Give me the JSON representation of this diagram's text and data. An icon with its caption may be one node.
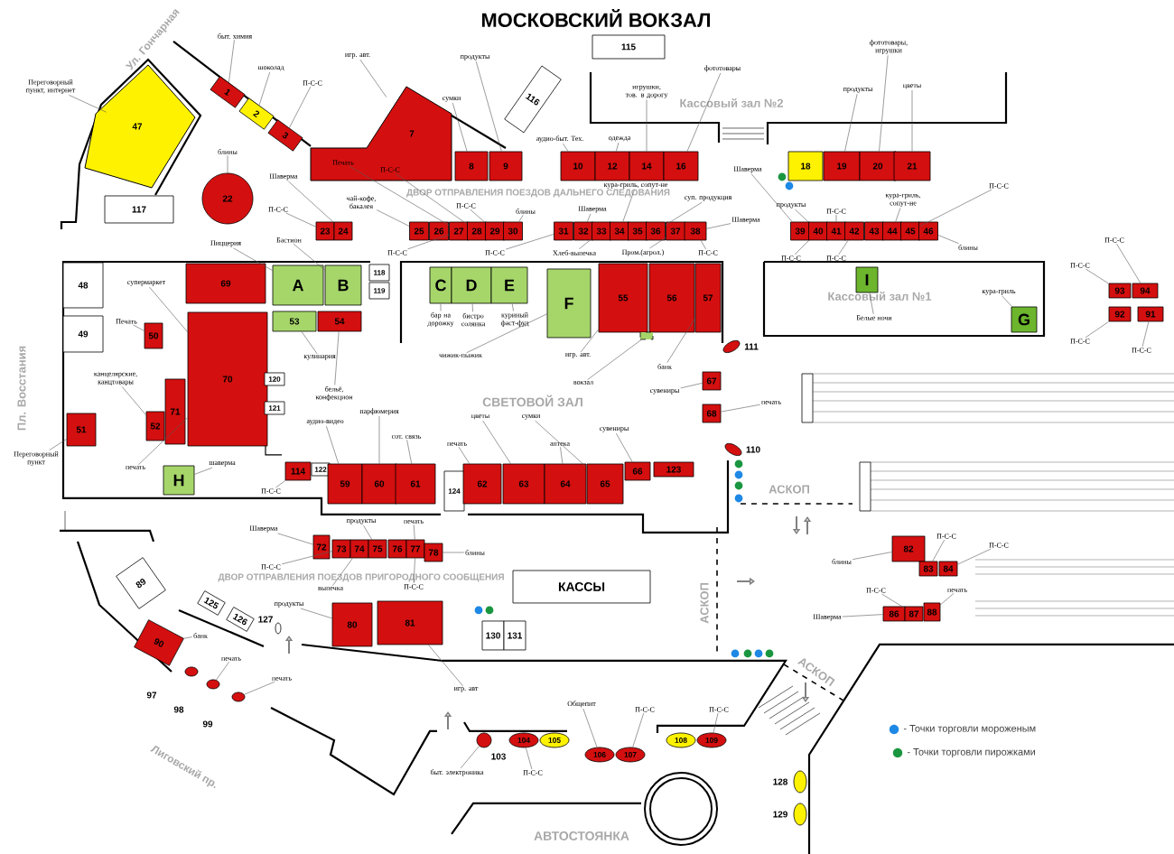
{
  "diagram": {
    "title": "МОСКОВСКИЙ ВОКЗАЛ",
    "nodes": [
      {
        "text": [
          "47"
        ]
      },
      {
        "text": [
          "117"
        ]
      },
      {
        "text": [
          "1"
        ]
      },
      {
        "text": [
          "2"
        ]
      },
      {
        "text": [
          "3"
        ]
      },
      {
        "text": [
          "7"
        ]
      },
      {
        "text": [
          "8"
        ]
      },
      {
        "text": [
          "9"
        ]
      },
      {
        "text": [
          "116"
        ]
      },
      {
        "text": [
          "115"
        ]
      },
      {
        "text": [
          "10"
        ]
      },
      {
        "text": [
          "12"
        ]
      },
      {
        "text": [
          "14"
        ]
      },
      {
        "text": [
          "16"
        ]
      },
      {
        "text": [
          "18"
        ]
      },
      {
        "text": [
          "19"
        ]
      },
      {
        "text": [
          "20"
        ]
      },
      {
        "text": [
          "21"
        ]
      },
      {
        "text": [
          "22"
        ]
      },
      {
        "text": [
          "23"
        ]
      },
      {
        "text": [
          "24"
        ]
      },
      {
        "text": [
          "25"
        ]
      },
      {
        "text": [
          "26"
        ]
      },
      {
        "text": [
          "27"
        ]
      },
      {
        "text": [
          "28"
        ]
      },
      {
        "text": [
          "29"
        ]
      },
      {
        "text": [
          "30"
        ]
      },
      {
        "text": [
          "31"
        ]
      },
      {
        "text": [
          "32"
        ]
      },
      {
        "text": [
          "33"
        ]
      },
      {
        "text": [
          "34"
        ]
      },
      {
        "text": [
          "35"
        ]
      },
      {
        "text": [
          "36"
        ]
      },
      {
        "text": [
          "37"
        ]
      },
      {
        "text": [
          "38"
        ]
      },
      {
        "text": [
          "39"
        ]
      },
      {
        "text": [
          "40"
        ]
      },
      {
        "text": [
          "41"
        ]
      },
      {
        "text": [
          "42"
        ]
      },
      {
        "text": [
          "43"
        ]
      },
      {
        "text": [
          "44"
        ]
      },
      {
        "text": [
          "45"
        ]
      },
      {
        "text": [
          "46"
        ]
      },
      {
        "text": [
          "48"
        ]
      },
      {
        "text": [
          "49"
        ]
      },
      {
        "text": [
          "69"
        ]
      },
      {
        "text": [
          "A"
        ]
      },
      {
        "text": [
          "B"
        ]
      },
      {
        "text": [
          "118"
        ]
      },
      {
        "text": [
          "119"
        ]
      },
      {
        "text": [
          "C"
        ]
      },
      {
        "text": [
          "D"
        ]
      },
      {
        "text": [
          "E"
        ]
      },
      {
        "text": [
          "F"
        ]
      },
      {
        "text": [
          "55"
        ]
      },
      {
        "text": [
          "56"
        ]
      },
      {
        "text": [
          "57"
        ]
      },
      {
        "text": [],
        "shape": "box"
      },
      {
        "text": [
          "I"
        ]
      },
      {
        "text": [
          "G"
        ]
      },
      {
        "text": [
          "93"
        ]
      },
      {
        "text": [
          "94"
        ]
      },
      {
        "text": [
          "92"
        ]
      },
      {
        "text": [
          "91"
        ]
      },
      {
        "text": [
          "53"
        ]
      },
      {
        "text": [
          "54"
        ]
      },
      {
        "text": [
          "50"
        ]
      },
      {
        "text": [
          "70"
        ]
      },
      {
        "text": [
          "71"
        ]
      },
      {
        "text": [
          "52"
        ]
      },
      {
        "text": [
          "51"
        ]
      },
      {
        "text": [
          "120"
        ]
      },
      {
        "text": [
          "121"
        ]
      },
      {
        "text": [
          "H"
        ]
      },
      {
        "text": [
          "114"
        ]
      },
      {
        "text": [
          "122"
        ]
      },
      {
        "text": [
          "59"
        ]
      },
      {
        "text": [
          "60"
        ]
      },
      {
        "text": [
          "61"
        ]
      },
      {
        "text": [
          "124"
        ]
      },
      {
        "text": [
          "62"
        ]
      },
      {
        "text": [
          "63"
        ]
      },
      {
        "text": [
          "64"
        ]
      },
      {
        "text": [
          "65"
        ]
      },
      {
        "text": [
          "66"
        ]
      },
      {
        "text": [
          "123"
        ]
      },
      {
        "text": [
          "67"
        ]
      },
      {
        "text": [
          "68"
        ]
      },
      {
        "text": [],
        "shape": "ellipse",
        "beside": [
          "111"
        ]
      },
      {
        "text": [],
        "shape": "ellipse",
        "beside": [
          "110"
        ]
      },
      {
        "text": [
          "72"
        ]
      },
      {
        "text": [
          "73"
        ]
      },
      {
        "text": [
          "74"
        ]
      },
      {
        "text": [
          "75"
        ]
      },
      {
        "text": [
          "76"
        ]
      },
      {
        "text": [
          "77"
        ]
      },
      {
        "text": [
          "78"
        ]
      },
      {
        "text": [
          "82"
        ]
      },
      {
        "text": [
          "83"
        ]
      },
      {
        "text": [
          "84"
        ]
      },
      {
        "text": [
          "86"
        ]
      },
      {
        "text": [
          "87"
        ]
      },
      {
        "text": [
          "88"
        ]
      },
      {
        "text": [
          "89"
        ]
      },
      {
        "text": [
          "125"
        ]
      },
      {
        "text": [
          "126"
        ]
      },
      {
        "text": [],
        "shape": "ellipse",
        "beside": [
          "127"
        ]
      },
      {
        "text": [
          "90"
        ]
      },
      {
        "text": [
          "80"
        ]
      },
      {
        "text": [
          "81"
        ]
      },
      {
        "text": [
          "КАССЫ"
        ]
      },
      {
        "text": [
          "130"
        ]
      },
      {
        "text": [
          "131"
        ]
      },
      {
        "text": [],
        "shape": "ellipse",
        "beside": [
          "97"
        ]
      },
      {
        "text": [],
        "shape": "ellipse",
        "beside": [
          "98"
        ]
      },
      {
        "text": [],
        "shape": "ellipse",
        "beside": [
          "99"
        ]
      },
      {
        "text": [],
        "shape": "ellipse",
        "beside": [
          "103"
        ]
      },
      {
        "text": [
          "104"
        ]
      },
      {
        "text": [
          "105"
        ]
      },
      {
        "text": [
          "106"
        ]
      },
      {
        "text": [
          "107"
        ]
      },
      {
        "text": [
          "108"
        ]
      },
      {
        "text": [
          "109"
        ]
      },
      {
        "text": [],
        "shape": "ellipse",
        "beside": [
          "128"
        ]
      },
      {
        "text": [],
        "shape": "ellipse",
        "beside": [
          "129"
        ]
      },
      {
        "text": [
          "Переговорный пункт, интернет"
        ]
      },
      {
        "text": [
          "быт. химия"
        ]
      },
      {
        "text": [
          "шоколад"
        ]
      },
      {
        "text": [
          "П-С-С"
        ]
      },
      {
        "text": [
          "игр. авт."
        ]
      },
      {
        "text": [
          "продукты"
        ]
      },
      {
        "text": [
          "сумки"
        ]
      },
      {
        "text": [
          "блины"
        ]
      },
      {
        "text": [
          "Печать"
        ],
        "in": 5
      },
      {
        "text": [
          "П-С-С"
        ],
        "in": 5
      },
      {
        "text": [
          "П-С-С"
        ]
      },
      {
        "text": [
          "блины"
        ]
      },
      {
        "text": [
          "Шаверма"
        ]
      },
      {
        "text": [
          "П-С-С"
        ]
      },
      {
        "text": [
          "чай-кофе, бакалея"
        ]
      },
      {
        "text": [
          "П-С-С"
        ]
      },
      {
        "text": [
          "П-С-С"
        ]
      },
      {
        "text": [
          "Шаверма"
        ]
      },
      {
        "text": [
          "кура-гриль, сопут-не"
        ]
      },
      {
        "text": [
          "суп. продукция"
        ]
      },
      {
        "text": [
          "Шаверма"
        ]
      },
      {
        "text": [
          "Хлеб-выпечка"
        ]
      },
      {
        "text": [
          "Пром.(агрол.)"
        ]
      },
      {
        "text": [
          "П-С-С"
        ]
      },
      {
        "text": [
          "Шаверма"
        ]
      },
      {
        "text": [
          "продукты"
        ]
      },
      {
        "text": [
          "П-С-С"
        ]
      },
      {
        "text": [
          "кура-гриль, сопут-не"
        ]
      },
      {
        "text": [
          "П-С-С"
        ]
      },
      {
        "text": [
          "блины"
        ]
      },
      {
        "text": [
          "П-С-С"
        ]
      },
      {
        "text": [
          "П-С-С"
        ]
      },
      {
        "text": [
          "фототовары"
        ]
      },
      {
        "text": [
          "игрушки, тов. в дорогу"
        ]
      },
      {
        "text": [
          "одежда"
        ]
      },
      {
        "text": [
          "аудио-быт. Тех."
        ]
      },
      {
        "text": [
          "продукты"
        ]
      },
      {
        "text": [
          "фототовары, игрушки"
        ]
      },
      {
        "text": [
          "цветы"
        ]
      },
      {
        "text": [
          "П-С-С"
        ]
      },
      {
        "text": [
          "П-С-С"
        ]
      },
      {
        "text": [
          "П-С-С"
        ]
      },
      {
        "text": [
          "П-С-С"
        ]
      },
      {
        "text": [
          "Пиццерия"
        ]
      },
      {
        "text": [
          "Бастион"
        ]
      },
      {
        "text": [
          "супермаркет"
        ]
      },
      {
        "text": [
          "Печать"
        ]
      },
      {
        "text": [
          "канцелярские, канцтовары"
        ]
      },
      {
        "text": [
          "Переговорный пункт"
        ]
      },
      {
        "text": [
          "печать"
        ]
      },
      {
        "text": [
          "шаверма"
        ]
      },
      {
        "text": [
          "П-С-С"
        ]
      },
      {
        "text": [
          "кулинария"
        ]
      },
      {
        "text": [
          "бельё, конфекцион"
        ]
      },
      {
        "text": [
          "аудио-видео"
        ]
      },
      {
        "text": [
          "парфюмерия"
        ]
      },
      {
        "text": [
          "сот. связь"
        ]
      },
      {
        "text": [
          "печать"
        ]
      },
      {
        "text": [
          "цветы"
        ]
      },
      {
        "text": [
          "аптека"
        ]
      },
      {
        "text": [
          "сумки"
        ]
      },
      {
        "text": [
          "сувениры"
        ]
      },
      {
        "text": [
          "бар на дорожку"
        ]
      },
      {
        "text": [
          "бистро солянка"
        ]
      },
      {
        "text": [
          "куриный фаст-фуд"
        ]
      },
      {
        "text": [
          "чижик-пыжик"
        ]
      },
      {
        "text": [
          "игр. авт."
        ]
      },
      {
        "text": [
          "вокзал"
        ]
      },
      {
        "text": [
          "банк"
        ]
      },
      {
        "text": [
          "сувениры"
        ]
      },
      {
        "text": [
          "печать"
        ]
      },
      {
        "text": [
          "Белые ночи"
        ]
      },
      {
        "text": [
          "кура-гриль"
        ]
      },
      {
        "text": [
          "Шаверма"
        ]
      },
      {
        "text": [
          "продукты"
        ]
      },
      {
        "text": [
          "печать"
        ]
      },
      {
        "text": [
          "блины"
        ]
      },
      {
        "text": [
          "П-С-С"
        ]
      },
      {
        "text": [
          "выпечка"
        ]
      },
      {
        "text": [
          "П-С-С"
        ]
      },
      {
        "text": [
          "продукты"
        ]
      },
      {
        "text": [
          "банк"
        ]
      },
      {
        "text": [
          "печать"
        ]
      },
      {
        "text": [
          "печать"
        ]
      },
      {
        "text": [
          "игр. авт"
        ]
      },
      {
        "text": [
          "быт. электроника"
        ]
      },
      {
        "text": [
          "П-С-С"
        ]
      },
      {
        "text": [
          "Общепит"
        ]
      },
      {
        "text": [
          "П-С-С"
        ]
      },
      {
        "text": [
          "П-С-С"
        ]
      },
      {
        "text": [
          "блины"
        ]
      },
      {
        "text": [
          "П-С-С"
        ]
      },
      {
        "text": [
          "П-С-С"
        ]
      },
      {
        "text": [
          "П-С-С"
        ]
      },
      {
        "text": [
          "печать"
        ]
      },
      {
        "text": [
          "Шаверма"
        ]
      }
    ],
    "edges": [
      {
        "from": 125,
        "to": 0,
        "arrow": "none"
      },
      {
        "from": 126,
        "to": 2,
        "arrow": "none"
      },
      {
        "from": 127,
        "to": 3,
        "arrow": "none"
      },
      {
        "from": 128,
        "to": 4,
        "arrow": "none"
      },
      {
        "from": 129,
        "to": 5,
        "arrow": "none"
      },
      {
        "from": 130,
        "to": 7,
        "arrow": "none"
      },
      {
        "from": 131,
        "to": 6,
        "arrow": "none"
      },
      {
        "from": 132,
        "to": 18,
        "arrow": "none"
      },
      {
        "from": 133,
        "to": 23,
        "arrow": "none"
      },
      {
        "from": 134,
        "to": 24,
        "arrow": "none"
      },
      {
        "from": 135,
        "to": 25,
        "arrow": "none"
      },
      {
        "from": 136,
        "to": 26,
        "arrow": "none"
      },
      {
        "from": 137,
        "to": 20,
        "arrow": "none"
      },
      {
        "from": 138,
        "to": 19,
        "arrow": "none"
      },
      {
        "from": 139,
        "to": 21,
        "arrow": "none"
      },
      {
        "from": 140,
        "to": 23,
        "arrow": "none"
      },
      {
        "from": 141,
        "to": 27,
        "arrow": "none"
      },
      {
        "from": 142,
        "to": 28,
        "arrow": "none"
      },
      {
        "from": 143,
        "to": 30,
        "arrow": "none"
      },
      {
        "from": 144,
        "to": 32,
        "arrow": "none"
      },
      {
        "from": 145,
        "to": 34,
        "arrow": "none"
      },
      {
        "from": 146,
        "to": 29,
        "arrow": "none"
      },
      {
        "from": 147,
        "to": 33,
        "arrow": "none"
      },
      {
        "from": 148,
        "to": 34,
        "arrow": "none"
      },
      {
        "from": 149,
        "to": 35,
        "arrow": "none"
      },
      {
        "from": 150,
        "to": 36,
        "arrow": "none"
      },
      {
        "from": 151,
        "to": 37,
        "arrow": "none"
      },
      {
        "from": 152,
        "to": 40,
        "arrow": "none"
      },
      {
        "from": 153,
        "to": 41,
        "arrow": "none"
      },
      {
        "from": 154,
        "to": 42,
        "arrow": "none"
      },
      {
        "from": 155,
        "to": 36,
        "arrow": "none"
      },
      {
        "from": 156,
        "to": 38,
        "arrow": "none"
      },
      {
        "from": 157,
        "to": 13,
        "arrow": "none"
      },
      {
        "from": 158,
        "to": 12,
        "arrow": "none"
      },
      {
        "from": 159,
        "to": 11,
        "arrow": "none"
      },
      {
        "from": 160,
        "to": 10,
        "arrow": "none"
      },
      {
        "from": 161,
        "to": 15,
        "arrow": "none"
      },
      {
        "from": 162,
        "to": 16,
        "arrow": "none"
      },
      {
        "from": 163,
        "to": 17,
        "arrow": "none"
      },
      {
        "from": 164,
        "to": 61,
        "arrow": "none"
      },
      {
        "from": 165,
        "to": 60,
        "arrow": "none"
      },
      {
        "from": 166,
        "to": 62,
        "arrow": "none"
      },
      {
        "from": 167,
        "to": 63,
        "arrow": "none"
      },
      {
        "from": 168,
        "to": 46,
        "arrow": "none"
      },
      {
        "from": 169,
        "to": 47,
        "arrow": "none"
      },
      {
        "from": 170,
        "to": 67,
        "arrow": "none"
      },
      {
        "from": 171,
        "to": 66,
        "arrow": "none"
      },
      {
        "from": 172,
        "to": 69,
        "arrow": "none"
      },
      {
        "from": 173,
        "to": 70,
        "arrow": "none"
      },
      {
        "from": 174,
        "to": 67,
        "arrow": "none"
      },
      {
        "from": 175,
        "to": 73,
        "arrow": "none"
      },
      {
        "from": 176,
        "to": 74,
        "arrow": "none"
      },
      {
        "from": 177,
        "to": 64,
        "arrow": "none"
      },
      {
        "from": 178,
        "to": 65,
        "arrow": "none"
      },
      {
        "from": 179,
        "to": 76,
        "arrow": "none"
      },
      {
        "from": 180,
        "to": 77,
        "arrow": "none"
      },
      {
        "from": 181,
        "to": 78,
        "arrow": "none"
      },
      {
        "from": 182,
        "to": 80,
        "arrow": "none"
      },
      {
        "from": 183,
        "to": 81,
        "arrow": "none"
      },
      {
        "from": 184,
        "to": 82,
        "arrow": "none"
      },
      {
        "from": 185,
        "to": 83,
        "arrow": "none"
      },
      {
        "from": 186,
        "to": 84,
        "arrow": "none"
      },
      {
        "from": 187,
        "to": 50,
        "arrow": "none"
      },
      {
        "from": 188,
        "to": 51,
        "arrow": "none"
      },
      {
        "from": 189,
        "to": 52,
        "arrow": "none"
      },
      {
        "from": 190,
        "to": 53,
        "arrow": "none"
      },
      {
        "from": 191,
        "to": 54,
        "arrow": "none"
      },
      {
        "from": 192,
        "to": 57,
        "arrow": "none"
      },
      {
        "from": 193,
        "to": 56,
        "arrow": "none"
      },
      {
        "from": 194,
        "to": 86,
        "arrow": "none"
      },
      {
        "from": 195,
        "to": 87,
        "arrow": "none"
      },
      {
        "from": 196,
        "to": 58,
        "arrow": "none"
      },
      {
        "from": 197,
        "to": 59,
        "arrow": "none"
      },
      {
        "from": 198,
        "to": 90,
        "arrow": "none"
      },
      {
        "from": 199,
        "to": 93,
        "arrow": "none"
      },
      {
        "from": 200,
        "to": 95,
        "arrow": "none"
      },
      {
        "from": 201,
        "to": 96,
        "arrow": "none"
      },
      {
        "from": 202,
        "to": 91,
        "arrow": "none"
      },
      {
        "from": 203,
        "to": 92,
        "arrow": "none"
      },
      {
        "from": 204,
        "to": 95,
        "arrow": "none"
      },
      {
        "from": 205,
        "to": 108,
        "arrow": "none"
      },
      {
        "from": 206,
        "to": 107,
        "arrow": "none"
      },
      {
        "from": 207,
        "to": 114,
        "arrow": "none"
      },
      {
        "from": 208,
        "to": 115,
        "arrow": "none"
      },
      {
        "from": 209,
        "to": 109,
        "arrow": "none"
      },
      {
        "from": 210,
        "to": 116,
        "arrow": "none"
      },
      {
        "from": 211,
        "to": 117,
        "arrow": "none"
      },
      {
        "from": 212,
        "to": 119,
        "arrow": "none"
      },
      {
        "from": 213,
        "to": 120,
        "arrow": "none"
      },
      {
        "from": 214,
        "to": 122,
        "arrow": "none"
      },
      {
        "from": 215,
        "to": 97,
        "arrow": "none"
      },
      {
        "from": 216,
        "to": 98,
        "arrow": "none"
      },
      {
        "from": 217,
        "to": 99,
        "arrow": "none"
      },
      {
        "from": 218,
        "to": 101,
        "arrow": "none"
      },
      {
        "from": 219,
        "to": 102,
        "arrow": "none"
      },
      {
        "from": 220,
        "to": 100,
        "arrow": "none"
      }
    ],
    "labels": [
      "Ул. Гончарная",
      "Кассовый зал №2",
      "ДВОР ОТПРАВЛЕНИЯ ПОЕЗДОВ ДАЛЬНЕГО СЛЕДОВАНИЯ",
      "Пл. Восстания",
      "Кассовый зал №1",
      "СВЕТОВОЙ ЗАЛ",
      "АСКОП",
      "ДВОР ОТПРАВЛЕНИЯ ПОЕЗДОВ ПРИГОРОДНОГО СООБЩЕНИЯ",
      "АСКОП",
      "АСКОП",
      "Лиговский пр.",
      "АВТОСТОЯНКА"
    ],
    "legend": [
      {
        "text": "- Точки торговли мороженым",
        "color": "#1e88e5"
      },
      {
        "text": "- Точки торговли пирожками",
        "color": "#1a9641"
      }
    ]
  }
}
